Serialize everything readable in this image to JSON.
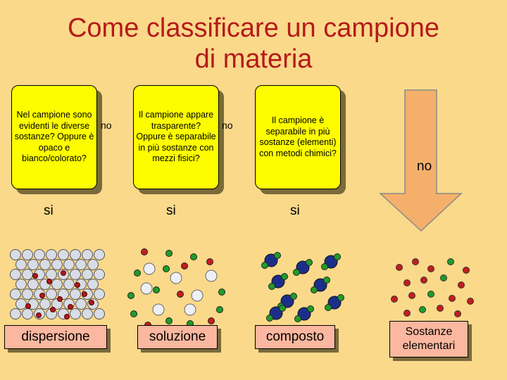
{
  "title": {
    "line1": "Come classificare un campione",
    "line2": "di materia"
  },
  "questions": [
    {
      "text": "Nel campione sono evidenti le diverse sostanze? Oppure è opaco e bianco/colorato?"
    },
    {
      "text": "Il campione appare trasparente? Oppure è separabile in più sostanze con mezzi fisici?"
    },
    {
      "text": "Il campione è separabile in più sostanze (elementi) con metodi chimici?"
    }
  ],
  "labels": {
    "no1": "no",
    "no2": "no",
    "no3": "no",
    "si1": "si",
    "si2": "si",
    "si3": "si"
  },
  "answers": {
    "a1": "dispersione",
    "a2": "soluzione",
    "a3": "composto",
    "a4_line1": "Sostanze",
    "a4_line2": "elementari"
  },
  "colors": {
    "title": "#b51a1a",
    "box": "#fdfd00",
    "answer": "#fbb79f",
    "arrow": "#f4b06a",
    "background": "#fad98a"
  }
}
